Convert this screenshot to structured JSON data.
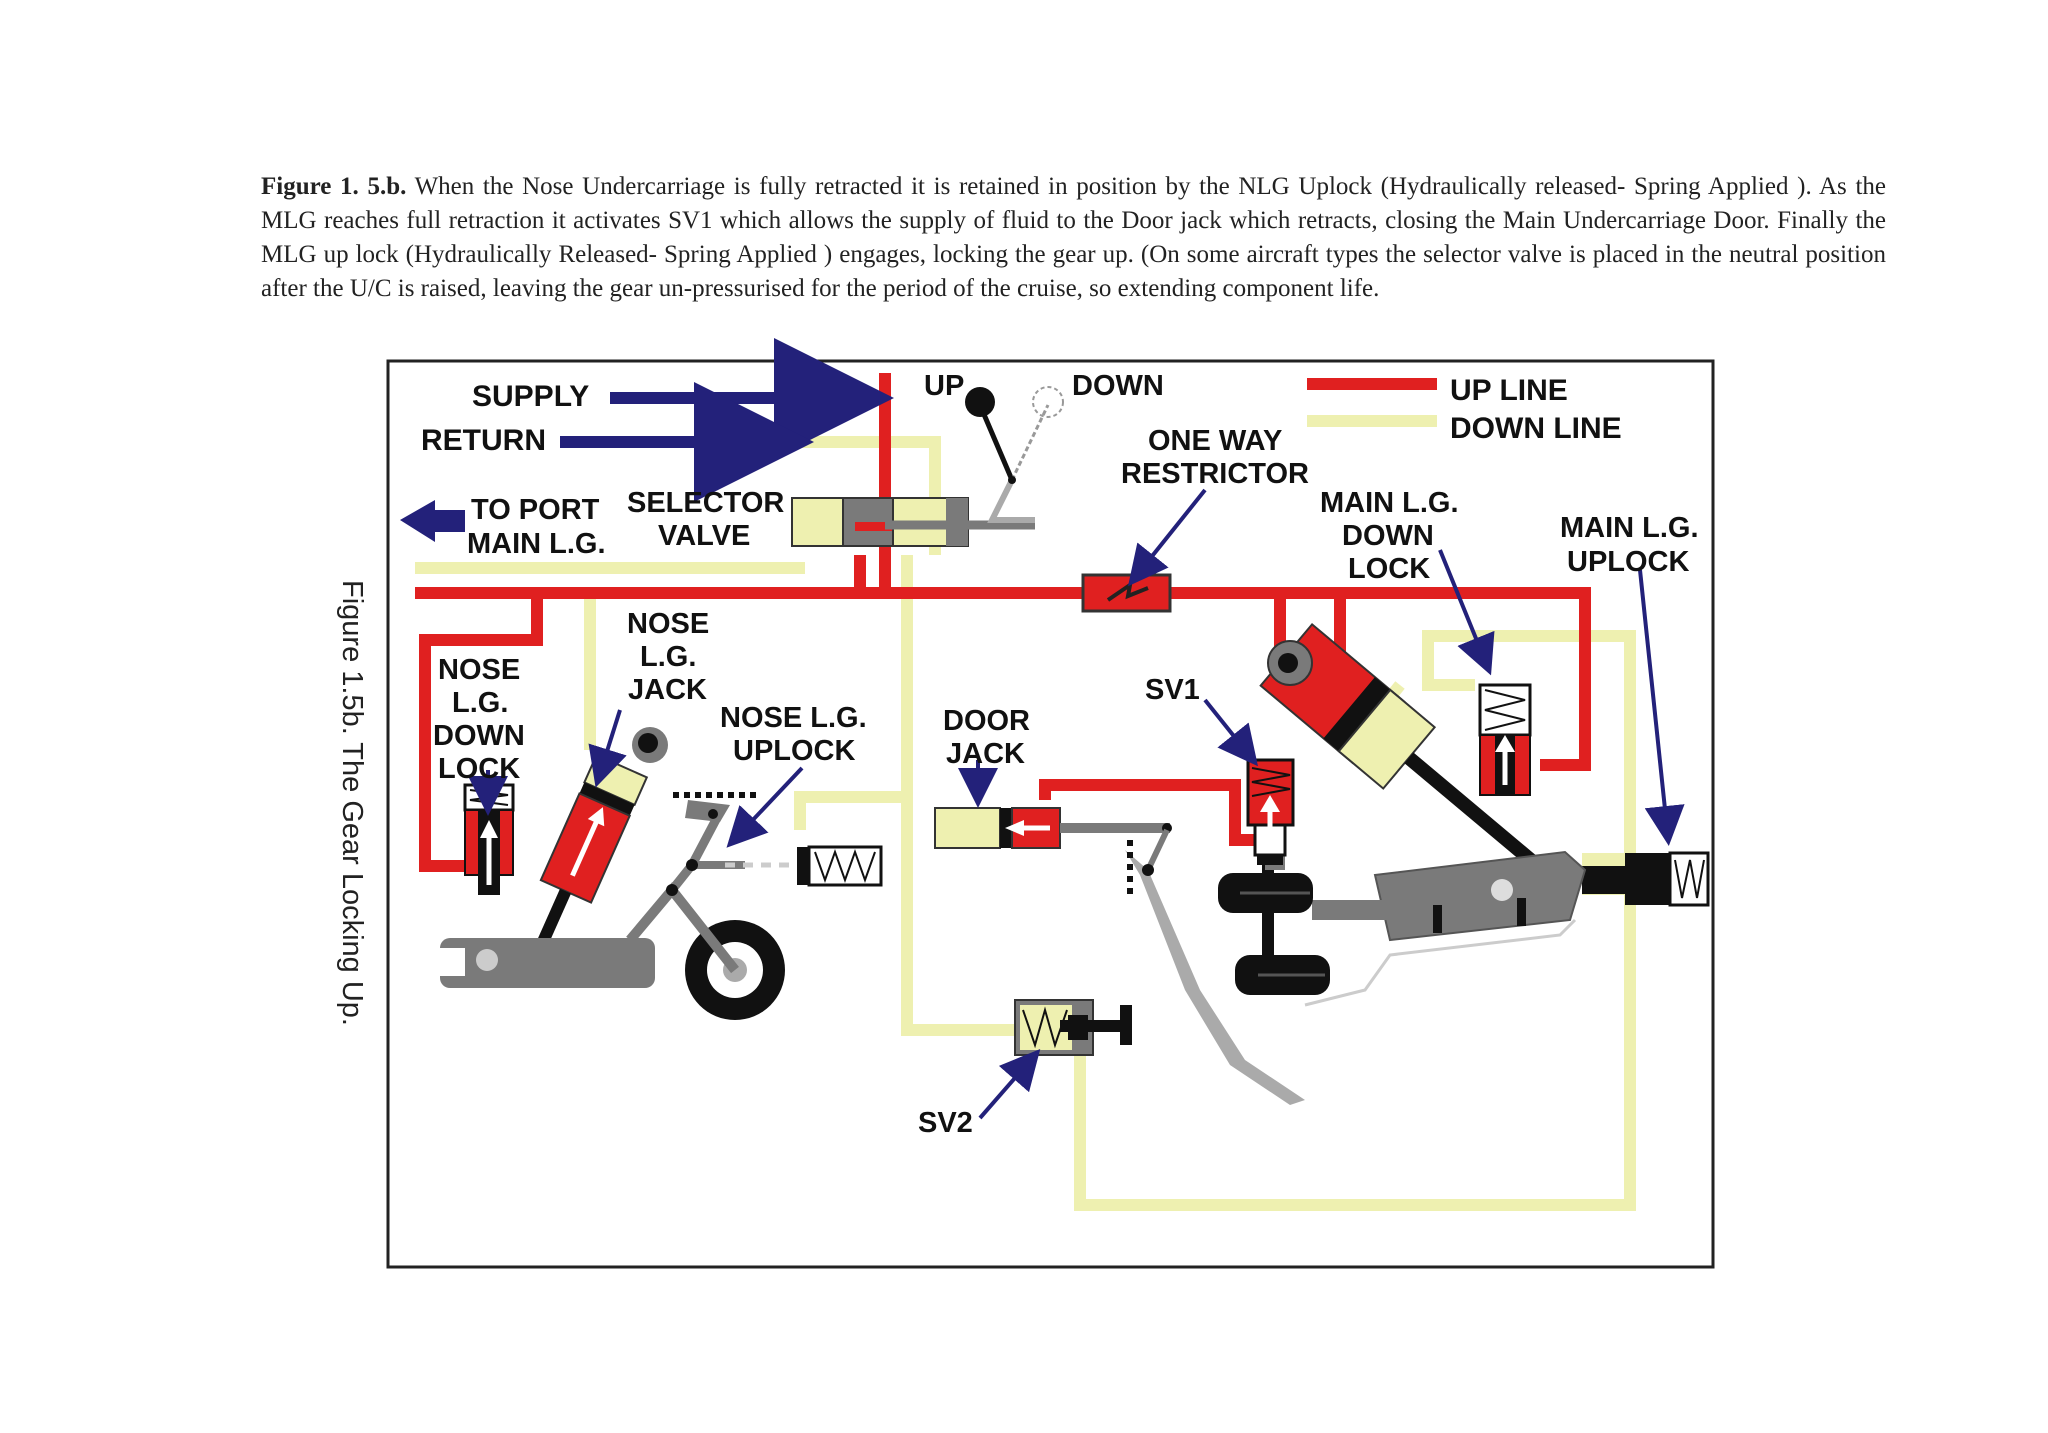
{
  "caption": {
    "label": "Figure 1. 5.b.",
    "text": "When the Nose Undercarriage is fully retracted it is retained in position by the NLG Uplock (Hydraulically released- Spring Applied ). As the  MLG reaches full retraction it activates SV1 which allows the supply of fluid to the Door jack which retracts, closing the Main Undercarriage Door.  Finally the MLG up lock (Hydraulically Released- Spring Applied ) engages, locking the gear up.   (On some aircraft types the selector valve is placed in the neutral position after the U/C is raised, leaving the gear un-pressurised for the period of the cruise, so extending component life."
  },
  "side_caption": "Figure 1.5b.  The Gear Locking Up.",
  "colors": {
    "up_line": "#e02020",
    "down_line": "#eef0b0",
    "arrow": "#23217a",
    "grey": "#7a7a7a",
    "dark": "#111111"
  },
  "diagram": {
    "supply": "SUPPLY",
    "return": "RETURN",
    "to_port_1": "TO PORT",
    "to_port_2": "MAIN L.G.",
    "selector_1": "SELECTOR",
    "selector_2": "VALVE",
    "up": "UP",
    "down": "DOWN",
    "one_way_1": "ONE WAY",
    "one_way_2": "RESTRICTOR",
    "legend_up": "UP LINE",
    "legend_down": "DOWN LINE",
    "main_dl_1": "MAIN L.G.",
    "main_dl_2": "DOWN",
    "main_dl_3": "LOCK",
    "main_ul_1": "MAIN L.G.",
    "main_ul_2": "UPLOCK",
    "nose_dl_1": "NOSE",
    "nose_dl_2": "L.G.",
    "nose_dl_3": "DOWN",
    "nose_dl_4": "LOCK",
    "nose_jack_1": "NOSE",
    "nose_jack_2": "L.G.",
    "nose_jack_3": "JACK",
    "nose_ul_1": "NOSE L.G.",
    "nose_ul_2": "UPLOCK",
    "door_jack_1": "DOOR",
    "door_jack_2": "JACK",
    "sv1": "SV1",
    "sv2": "SV2"
  }
}
